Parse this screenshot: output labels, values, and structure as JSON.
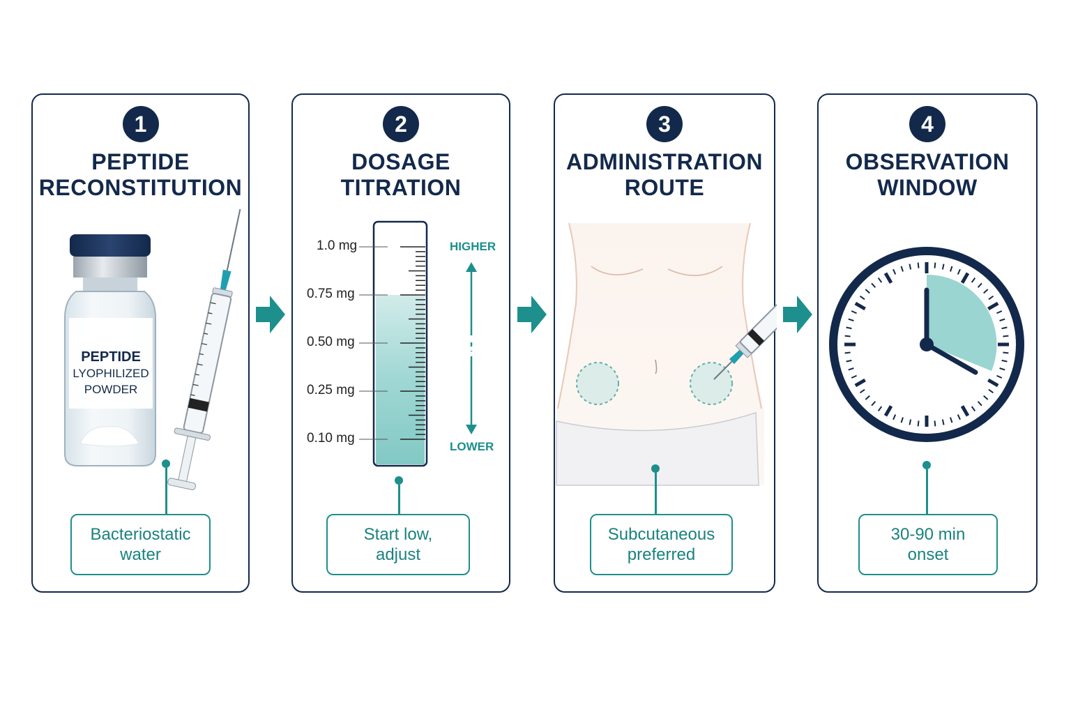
{
  "steps": [
    {
      "number": "1",
      "title_line1": "PEPTIDE",
      "title_line2": "RECONSTITUTION",
      "vial_label_line1": "PEPTIDE",
      "vial_label_line2": "LYOPHILIZED",
      "vial_label_line3": "POWDER",
      "note_line1": "Bacteriostatic",
      "note_line2": "water"
    },
    {
      "number": "2",
      "title_line1": "DOSAGE",
      "title_line2": "TITRATION",
      "scale": [
        "1.0 mg",
        "0.75 mg",
        "0.50 mg",
        "0.25 mg",
        "0.10 mg"
      ],
      "higher_label": "HIGHER",
      "lower_label": "LOWER",
      "note_line1": "Start low,",
      "note_line2": "adjust"
    },
    {
      "number": "3",
      "title_line1": "ADMINISTRATION",
      "title_line2": "ROUTE",
      "note_line1": "Subcutaneous",
      "note_line2": "preferred"
    },
    {
      "number": "4",
      "title_line1": "OBSERVATION",
      "title_line2": "WINDOW",
      "note_line1": "30-90 min",
      "note_line2": "onset"
    }
  ],
  "colors": {
    "navy": "#13294b",
    "teal": "#1d8f8c",
    "light_teal": "#8fd0cc"
  },
  "icons": [
    "vial-icon",
    "syringe-icon",
    "dosage-cylinder-icon",
    "abdomen-icon",
    "clock-icon",
    "arrow-right-icon"
  ]
}
